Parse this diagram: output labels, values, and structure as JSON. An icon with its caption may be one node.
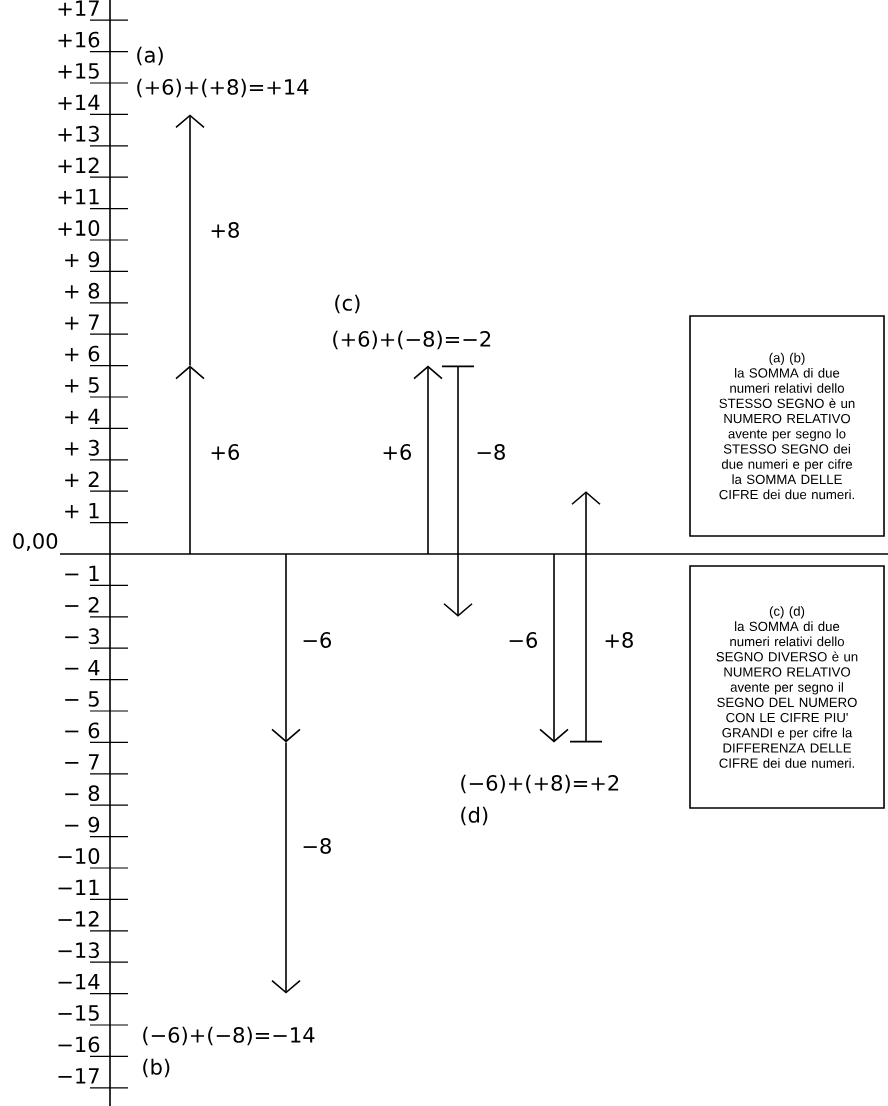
{
  "diagram": {
    "nodes": [
      {
        "text": [
          "(a) (b)",
          "la SOMMA di due numeri relativi dello STESSO SEGNO è un NUMERO RELATIVO avente per segno lo STESSO SEGNO dei due numeri e per cifre la SOMMA DELLE CIFRE dei due numeri."
        ]
      },
      {
        "text": [
          "(c) (d)",
          "la SOMMA di due numeri relativi dello SEGNO DIVERSO è un NUMERO RELATIVO avente per segno il SEGNO DEL NUMERO CON LE CIFRE PIU' GRANDI e per cifre la DIFFERENZA DELLE CIFRE dei due numeri."
        ]
      }
    ],
    "labels": [
      "+17",
      "+16",
      "+15",
      "+14",
      "+13",
      "+12",
      "+11",
      "+10",
      "+ 9",
      "+ 8",
      "+ 7",
      "+ 6",
      "+ 5",
      "+ 4",
      "+ 3",
      "+ 2",
      "+ 1",
      "0,00",
      "− 1",
      "− 2",
      "− 3",
      "− 4",
      "− 5",
      "− 6",
      "− 7",
      "− 8",
      "− 9",
      "−10",
      "−11",
      "−12",
      "−13",
      "−14",
      "−15",
      "−16",
      "−17",
      "(a)",
      "(+6)+(+8)=+14",
      "+8",
      "+6",
      "(c)",
      "(+6)+(−8)=−2",
      "+6",
      "−8",
      "−6",
      "−8",
      "−6",
      "+8",
      "(−6)+(+8)=+2",
      "(d)",
      "(−6)+(−8)=−14",
      "(b)"
    ]
  }
}
